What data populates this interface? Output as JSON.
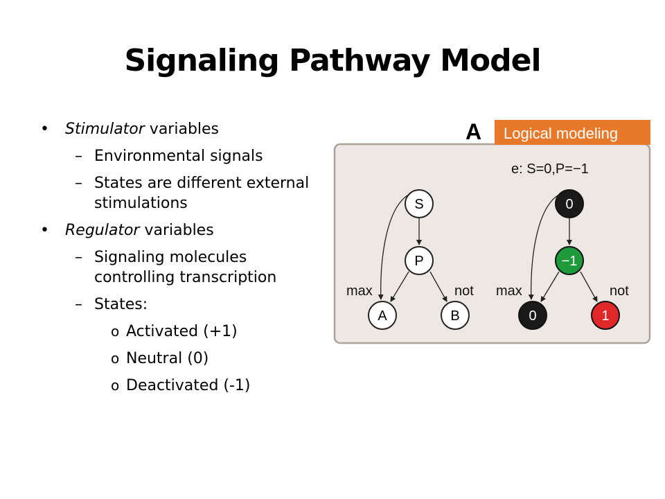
{
  "title": "Signaling Pathway Model",
  "bullets": {
    "stimulator": {
      "term": "Stimulator",
      "rest": " variables"
    },
    "env_signals": "Environmental signals",
    "states_external": "States are different external stimulations",
    "regulator": {
      "term": "Regulator",
      "rest": " variables"
    },
    "signaling_molecules": "Signaling molecules controlling transcription",
    "states": "States:",
    "activated": "Activated (+1)",
    "neutral": "Neutral (0)",
    "deactivated": "Deactivated (-1)"
  },
  "markers": {
    "level1": "•",
    "level2": "–",
    "level3": "o"
  },
  "diagram": {
    "panel_letter": "A",
    "header": "Logical modeling",
    "equation": "e: S=0,P=−1",
    "left": {
      "nodes": {
        "S": "S",
        "P": "P",
        "A": "A",
        "B": "B"
      },
      "edge_max": "max",
      "edge_not": "not"
    },
    "right": {
      "nodes": {
        "S": "0",
        "P": "−1",
        "A": "0",
        "B": "1"
      },
      "edge_max": "max",
      "edge_not": "not"
    },
    "colors": {
      "header": "#e8792a",
      "panel": "#ede8e3",
      "panel_border": "#a9a39c",
      "black_node": "#1a1a1a",
      "green_node": "#1e9a3a",
      "red_node": "#e02828"
    }
  }
}
